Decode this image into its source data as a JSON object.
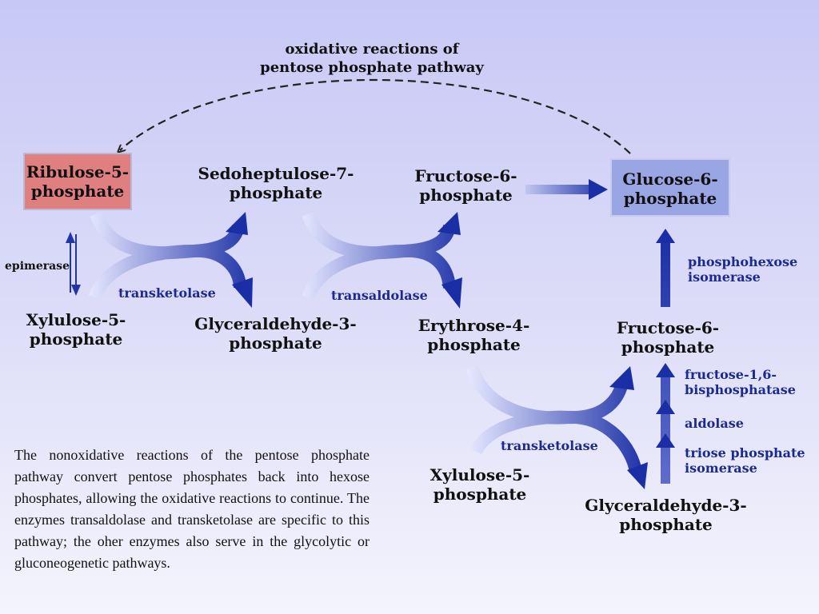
{
  "oxidative_label": {
    "line1": "oxidative reactions of",
    "line2": "pentose phosphate pathway"
  },
  "nodes": {
    "ribulose5p": {
      "line1": "Ribulose-5-",
      "line2": "phosphate"
    },
    "xylulose5p_left": {
      "line1": "Xylulose-5-",
      "line2": "phosphate"
    },
    "sedoheptulose7p": {
      "line1": "Sedoheptulose-7-",
      "line2": "phosphate"
    },
    "glyceraldehyde3p_top": {
      "line1": "Glyceraldehyde-3-",
      "line2": "phosphate"
    },
    "fructose6p_top": {
      "line1": "Fructose-6-",
      "line2": "phosphate"
    },
    "erythrose4p": {
      "line1": "Erythrose-4-",
      "line2": "phosphate"
    },
    "glucose6p": {
      "line1": "Glucose-6-",
      "line2": "phosphate"
    },
    "fructose6p_right": {
      "line1": "Fructose-6-",
      "line2": "phosphate"
    },
    "xylulose5p_bottom": {
      "line1": "Xylulose-5-",
      "line2": "phosphate"
    },
    "glyceraldehyde3p_bottom": {
      "line1": "Glyceraldehyde-3-",
      "line2": "phosphate"
    }
  },
  "enzymes": {
    "epimerase": "epimerase",
    "transketolase_1": "transketolase",
    "transaldolase": "transaldolase",
    "transketolase_2": "transketolase",
    "phosphohexose_isomerase": {
      "line1": "phosphohexose",
      "line2": "isomerase"
    },
    "fbpase": {
      "line1": "fructose-1,6-",
      "line2": "bisphosphatase"
    },
    "aldolase": "aldolase",
    "tpi": {
      "line1": "triose phosphate",
      "line2": "isomerase"
    }
  },
  "caption": "The nonoxidative reactions of the pentose phosphate pathway convert pentose phosphates back into hexose phosphates, allowing the oxidative reactions to continue. The enzymes transaldolase and transketolase are specific to this pathway; the oher enzymes also serve in the glycolytic or gluconeogenetic pathways.",
  "colors": {
    "ribulose_box": "#e07f80",
    "glucose_box": "#9aa6e4",
    "arrow": "#1f35a8",
    "enzyme_text": "#1b2a8e"
  }
}
